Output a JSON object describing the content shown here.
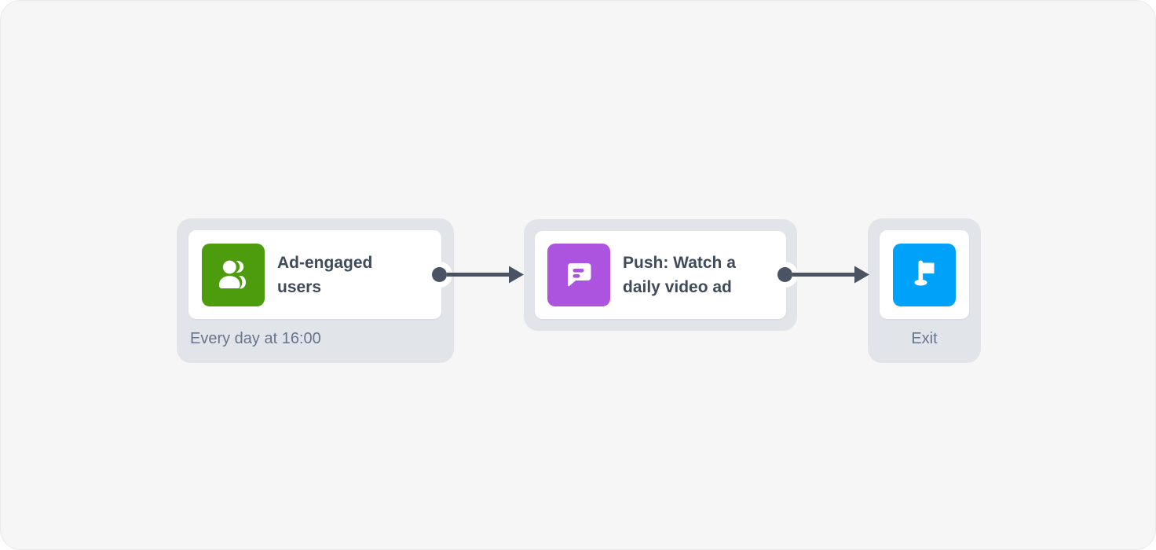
{
  "app": {
    "view": "journey-flow-canvas"
  },
  "flow": {
    "nodes": [
      {
        "type": "entry-segment",
        "title": "Ad-engaged users",
        "schedule": "Every day at 16:00",
        "icon": "users-icon",
        "icon_bg": "#4C9C0E"
      },
      {
        "type": "push-message",
        "title": "Push: Watch a daily video ad",
        "icon": "chat-bubble-icon",
        "icon_bg": "#AC53DF"
      },
      {
        "type": "exit",
        "label": "Exit",
        "icon": "flag-icon",
        "icon_bg": "#00A1F9"
      }
    ],
    "connectors": [
      {
        "from": "entry-segment",
        "to": "push-message"
      },
      {
        "from": "push-message",
        "to": "exit"
      }
    ]
  },
  "colors": {
    "canvas_bg": "#F6F6F7",
    "node_container_bg": "#E1E4E9",
    "card_bg": "#FFFFFF",
    "title_text": "#3F4A5B",
    "secondary_text": "#66758D",
    "connector": "#4A5364",
    "entry_icon_green": "#4C9C0E",
    "push_icon_purple": "#AC53DF",
    "exit_icon_blue": "#00A1F9"
  }
}
